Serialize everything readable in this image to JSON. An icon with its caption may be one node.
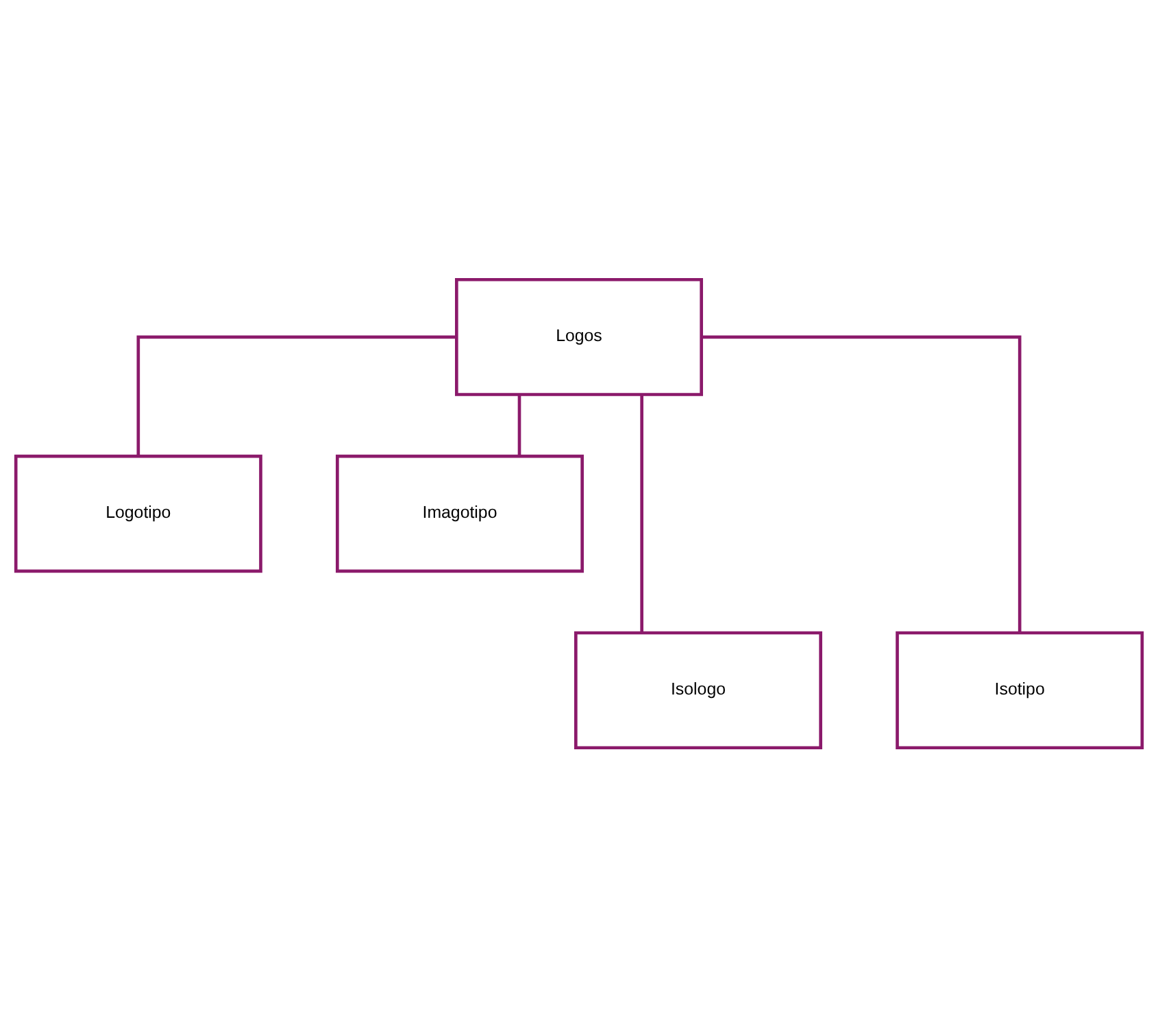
{
  "diagram": {
    "nodes": [
      {
        "text": [
          "Logos"
        ]
      },
      {
        "text": [
          "Logotipo"
        ]
      },
      {
        "text": [
          "Imagotipo"
        ]
      },
      {
        "text": [
          "Isologo"
        ]
      },
      {
        "text": [
          "Isotipo"
        ]
      }
    ],
    "edges": [
      {
        "from": 0,
        "to": 1,
        "arrow": "none"
      },
      {
        "from": 0,
        "to": 2,
        "arrow": "none"
      },
      {
        "from": 0,
        "to": 3,
        "arrow": "none"
      },
      {
        "from": 0,
        "to": 4,
        "arrow": "none"
      }
    ]
  }
}
